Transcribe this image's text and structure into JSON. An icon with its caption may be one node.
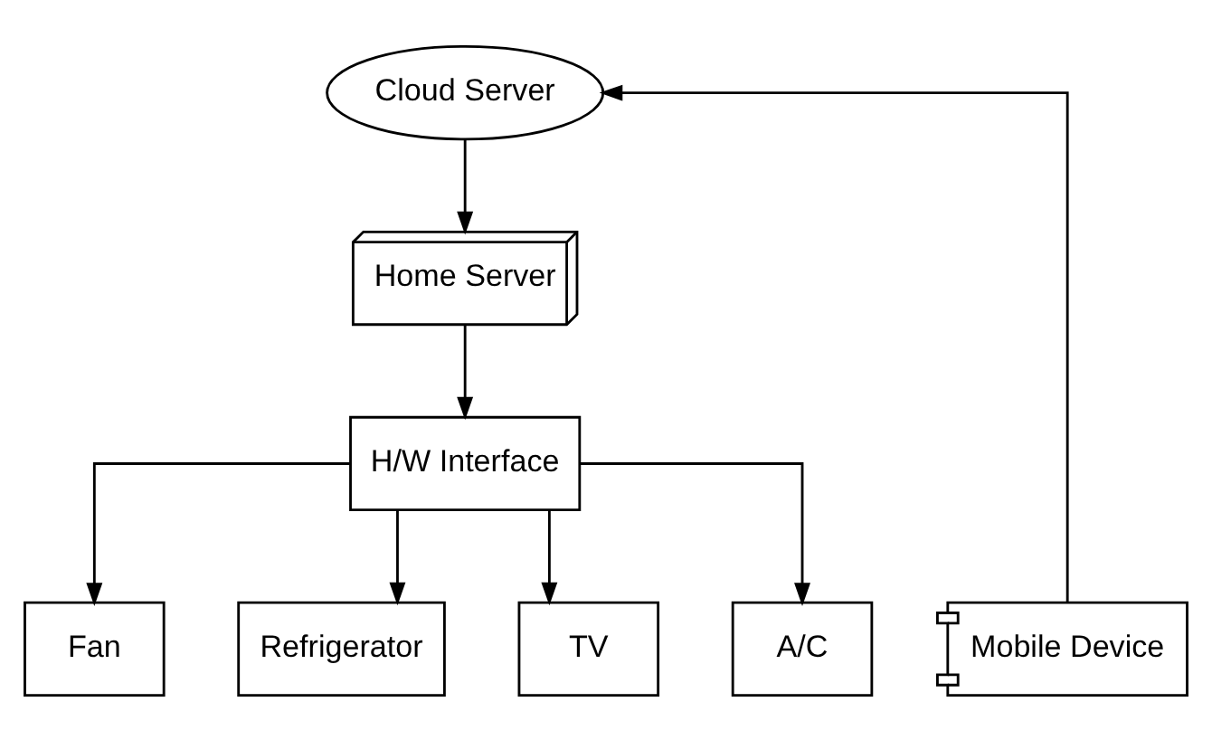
{
  "diagram": {
    "nodes": [
      {
        "text": [
          "Cloud Server"
        ]
      },
      {
        "text": [
          "Home Server"
        ]
      },
      {
        "text": [
          "H/W Interface"
        ]
      },
      {
        "text": [
          "Mobile Device"
        ]
      },
      {
        "text": [
          "Fan"
        ]
      },
      {
        "text": [
          "Refrigerator"
        ]
      },
      {
        "text": [
          "TV"
        ]
      },
      {
        "text": [
          "A/C"
        ]
      }
    ],
    "edges": [
      {
        "from": 3,
        "to": 0,
        "arrow": "to"
      },
      {
        "from": 0,
        "to": 1,
        "arrow": "to"
      },
      {
        "from": 1,
        "to": 2,
        "arrow": "to"
      },
      {
        "from": 2,
        "to": 4,
        "arrow": "to"
      },
      {
        "from": 2,
        "to": 5,
        "arrow": "to"
      },
      {
        "from": 2,
        "to": 6,
        "arrow": "to"
      },
      {
        "from": 2,
        "to": 7,
        "arrow": "to"
      }
    ]
  }
}
